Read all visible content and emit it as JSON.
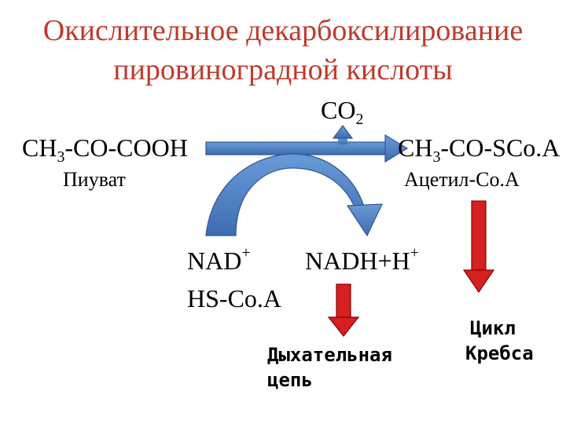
{
  "title": {
    "line1": "Окислительное декарбоксилирование",
    "line2": "пировиноградной кислоты"
  },
  "co2": {
    "base": "CO",
    "sub": "2"
  },
  "substrate": {
    "a": "CH",
    "sub": "3",
    "b": "-CO-COOH",
    "name": "Пиуват"
  },
  "product": {
    "a": "CH",
    "sub": "3",
    "b": "-CO-SCo.A",
    "name": "Ацетил-Co.A"
  },
  "cofactors_in": {
    "nad": "NAD",
    "nad_sup": "+",
    "hscoa": "HS-Co.A"
  },
  "cofactors_out": {
    "nadh": "NADH+H",
    "nadh_sup": "+"
  },
  "respiratory_chain": {
    "line1": "Дыхательная",
    "line2": "цепь"
  },
  "krebs_cycle": {
    "line1": "Цикл",
    "line2": "Кребса"
  },
  "colors": {
    "title": "#c0392b",
    "arrow_blue": "#4a7ec0",
    "arrow_blue_dark": "#2f5597",
    "arrow_red": "#d42020"
  }
}
